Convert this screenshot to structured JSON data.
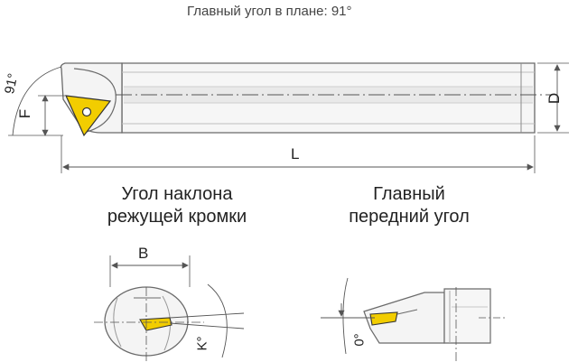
{
  "header": {
    "title": "Главный угол в плане: 91°"
  },
  "dimensions": {
    "angle": "91°",
    "F": "F",
    "D": "D",
    "L": "L",
    "B": "B",
    "K": "K°",
    "O": "0°"
  },
  "captions": {
    "inclination_line1": "Угол наклона",
    "inclination_line2": "режущей кромки",
    "rake_line1": "Главный",
    "rake_line2": "передний угол"
  },
  "colors": {
    "insert": "#f2cd00",
    "bar_fill": "#f6f6f6",
    "bar_stroke": "#6a6a6a",
    "dim_line": "#555555"
  }
}
